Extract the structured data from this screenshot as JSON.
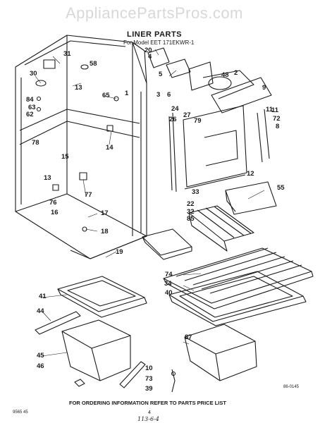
{
  "watermark": "AppliancePartsPros.com",
  "header": {
    "title": "LINER PARTS",
    "subtitle": "For Model EET 171EKWR-1"
  },
  "callouts": [
    "20",
    "4",
    "31",
    "58",
    "5",
    "3",
    "48",
    "2",
    "30",
    "84",
    "13",
    "65",
    "1",
    "6",
    "9",
    "63",
    "62",
    "11",
    "24",
    "27",
    "79",
    "11",
    "72",
    "8",
    "26",
    "78",
    "14",
    "15",
    "12",
    "13",
    "76",
    "77",
    "33",
    "55",
    "22",
    "32",
    "85",
    "16",
    "17",
    "18",
    "19",
    "74",
    "34",
    "40",
    "41",
    "44",
    "87",
    "45",
    "46",
    "10",
    "73",
    "39"
  ],
  "footer": {
    "instruction": "FOR ORDERING INFORMATION REFER TO PARTS PRICE LIST",
    "code_right": "86-0145",
    "code_left": "9565 45",
    "page": "4",
    "handwritten": "113-6-4"
  },
  "colors": {
    "ink": "#1a1a1a",
    "watermark": "#d8d8d8",
    "paper": "#ffffff"
  }
}
